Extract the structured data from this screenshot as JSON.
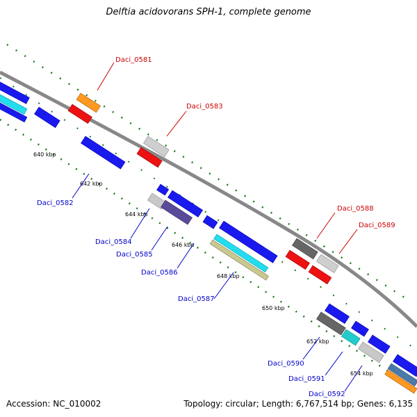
{
  "title": "Delftia acidovorans SPH-1, complete genome",
  "footer": {
    "accession": "Accession: NC_010002",
    "summary": "Topology: circular; Length: 6,767,514 bp; Genes: 6,135"
  },
  "colors": {
    "forward_label": "#cc0000",
    "reverse_label": "#0000cc",
    "backbone": "#888888",
    "tick": "#1a7a1a"
  },
  "ticks": [
    "640 kbp",
    "642 kbp",
    "644 kbp",
    "646 kbp",
    "648 kbp",
    "650 kbp",
    "652 kbp",
    "654 kbp"
  ],
  "gene_labels": {
    "forward": [
      "Daci_0581",
      "Daci_0583",
      "Daci_0588",
      "Daci_0589"
    ],
    "reverse": [
      "Daci_0582",
      "Daci_0584",
      "Daci_0585",
      "Daci_0586",
      "Daci_0587",
      "Daci_0590",
      "Daci_0591",
      "Daci_0592"
    ]
  }
}
